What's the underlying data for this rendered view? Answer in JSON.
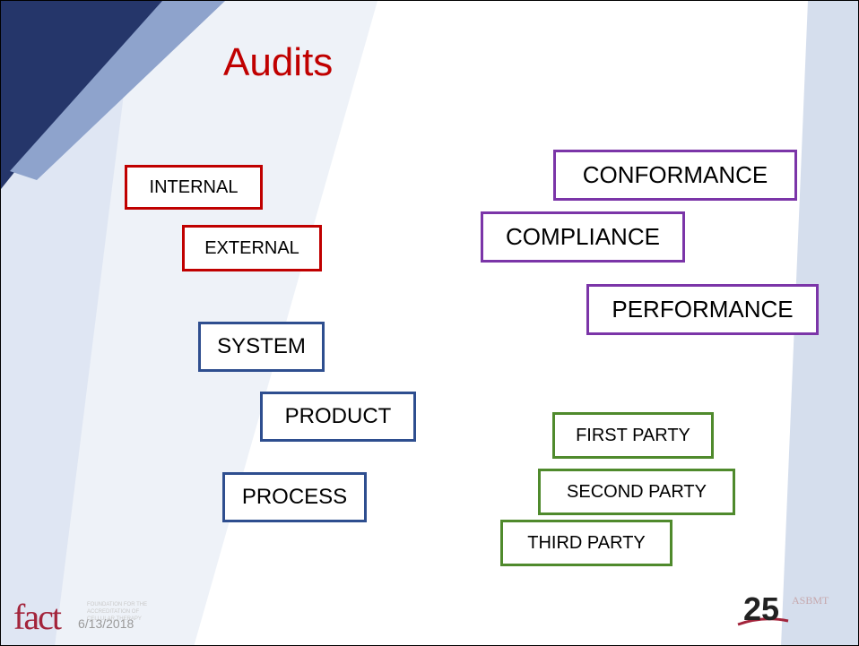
{
  "slide": {
    "title": "Audits",
    "date": "6/13/2018"
  },
  "boxes": {
    "internal": "INTERNAL",
    "external": "EXTERNAL",
    "system": "SYSTEM",
    "product": "PRODUCT",
    "process": "PROCESS",
    "conformance": "CONFORMANCE",
    "compliance": "COMPLIANCE",
    "performance": "PERFORMANCE",
    "first_party": "FIRST PARTY",
    "second_party": "SECOND PARTY",
    "third_party": "THIRD PARTY"
  },
  "logos": {
    "fact_word": "fact",
    "fact_subtitle": "FOUNDATION FOR THE ACCREDITATION OF CELLULAR THERAPY",
    "anniversary_number": "25",
    "anniversary_org": "ASBMT"
  },
  "colors": {
    "title": "#c00000",
    "group_red": "#c00000",
    "group_blue": "#2e4e8f",
    "group_purple": "#7b35a8",
    "group_green": "#4f8a2c",
    "background_dark": "#1f2f5c",
    "background_light": "#c5d0e6"
  }
}
